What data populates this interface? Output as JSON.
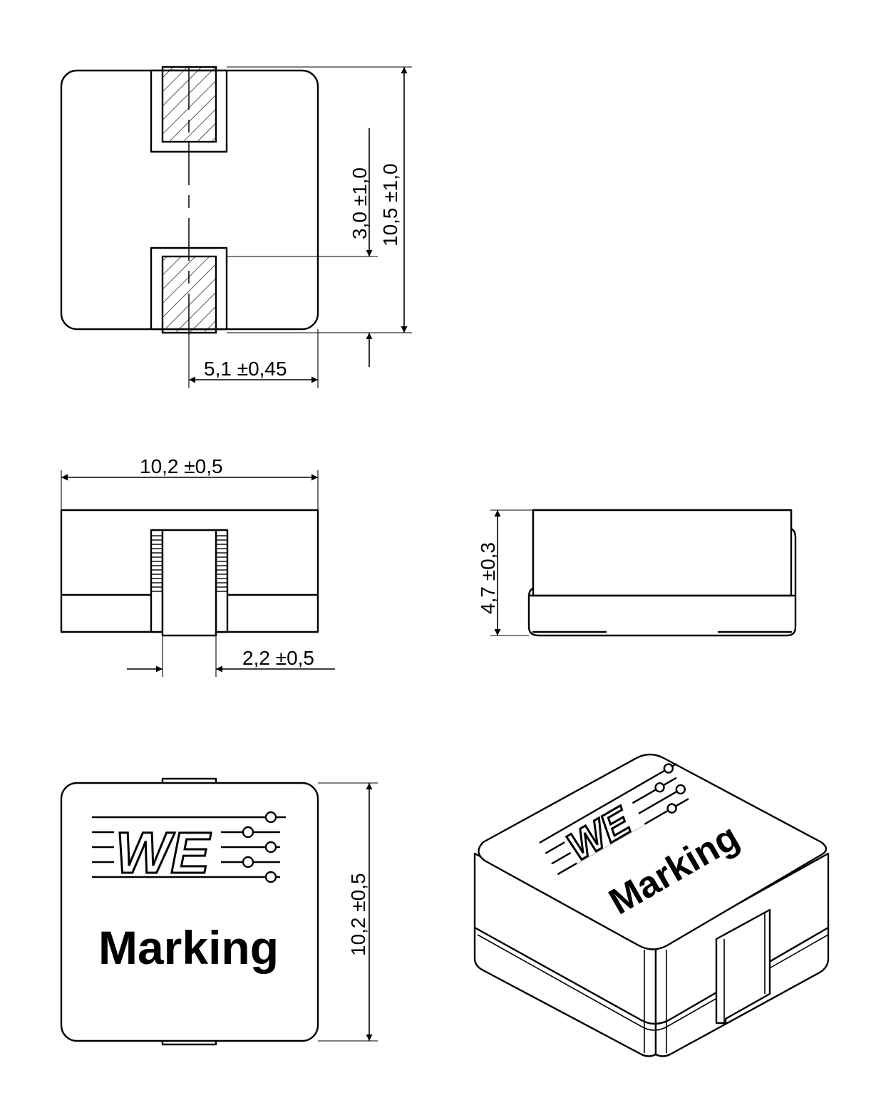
{
  "dimensions": {
    "terminal_gap": "3,0 ±1,0",
    "overall_length": "10,5 ±1,0",
    "terminal_offset": "5,1 ±0,45",
    "body_width": "10,2 ±0,5",
    "terminal_width": "2,2 ±0,5",
    "body_height": "4,7 ±0,3",
    "body_depth": "10,2 ±0,5"
  },
  "marking": {
    "logo_letters": "WE",
    "label": "Marking"
  },
  "colors": {
    "line": "#000000",
    "background": "#ffffff"
  }
}
